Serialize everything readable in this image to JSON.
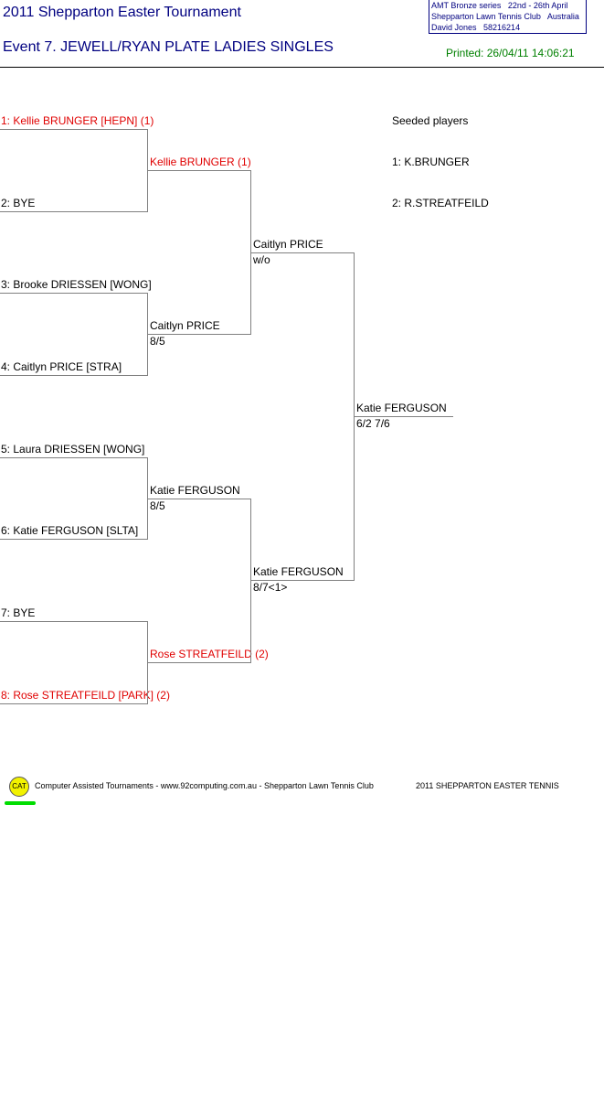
{
  "header": {
    "title": "2011 Shepparton Easter Tournament",
    "event": "Event 7. JEWELL/RYAN PLATE  LADIES SINGLES",
    "info_line1": "AMT Bronze series   22nd - 26th April",
    "info_line2": "Shepparton Lawn Tennis Club   Australia",
    "info_line3": "David Jones   58216214",
    "printed": "Printed: 26/04/11 14:06:21"
  },
  "round1": [
    {
      "label": "1: Kellie BRUNGER [HEPN] (1)",
      "seed": true
    },
    {
      "label": "2: BYE",
      "seed": false
    },
    {
      "label": "3: Brooke DRIESSEN [WONG]",
      "seed": false
    },
    {
      "label": "4: Caitlyn PRICE [STRA]",
      "seed": false
    },
    {
      "label": "5: Laura DRIESSEN [WONG]",
      "seed": false
    },
    {
      "label": "6: Katie FERGUSON [SLTA]",
      "seed": false
    },
    {
      "label": "7: BYE",
      "seed": false
    },
    {
      "label": "8: Rose STREATFEILD [PARK] (2)",
      "seed": true
    }
  ],
  "round2": [
    {
      "name": "Kellie BRUNGER (1)",
      "score": "",
      "seed": true
    },
    {
      "name": "Caitlyn PRICE",
      "score": "8/5",
      "seed": false
    },
    {
      "name": "Katie FERGUSON",
      "score": "8/5",
      "seed": false
    },
    {
      "name": "Rose STREATFEILD (2)",
      "score": "",
      "seed": true
    }
  ],
  "semis": [
    {
      "name": "Caitlyn PRICE",
      "score": "w/o"
    },
    {
      "name": "Katie FERGUSON",
      "score": "8/7<1>"
    }
  ],
  "winner": {
    "name": "Katie FERGUSON",
    "score": "6/2 7/6"
  },
  "seeds": {
    "heading": "Seeded players",
    "items": [
      "1: K.BRUNGER",
      "2: R.STREATFEILD"
    ]
  },
  "footer": {
    "logo": "CAT",
    "text": "Computer Assisted Tournaments - www.92computing.com.au -  Shepparton Lawn Tennis Club",
    "right": "2011 SHEPPARTON EASTER TENNIS"
  },
  "colors": {
    "title": "#000080",
    "seed": "#e00000",
    "printed": "#008000",
    "lines": "#808080"
  }
}
